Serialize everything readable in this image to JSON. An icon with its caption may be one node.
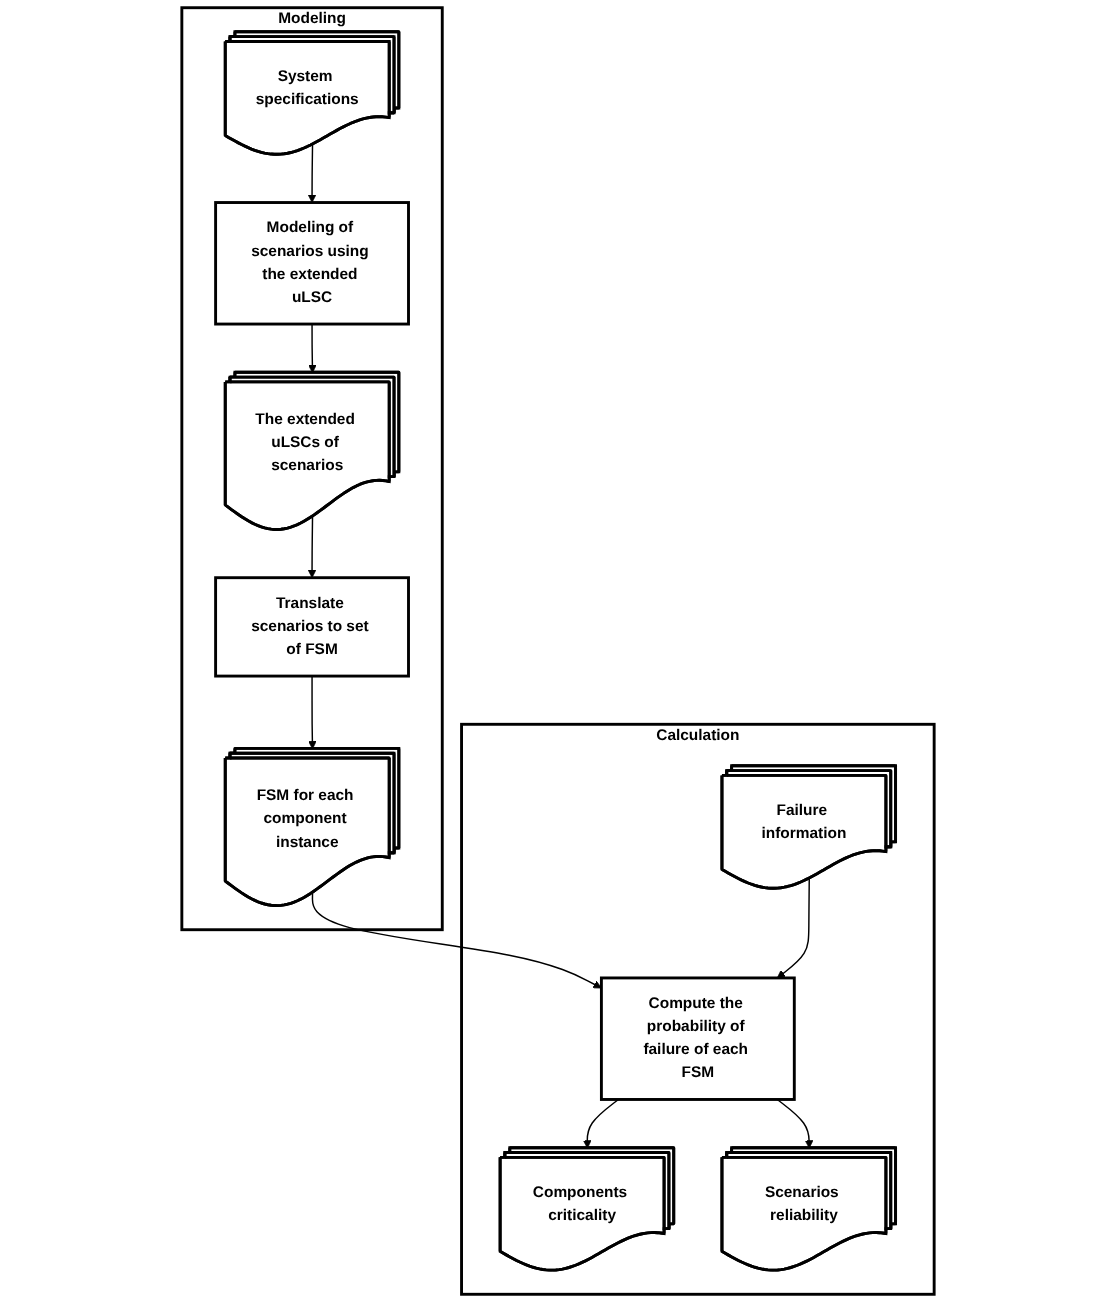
{
  "diagram": {
    "nodes": [
      {
        "text": [
          "Modeling"
        ]
      },
      {
        "text": [
          "System specifications"
        ],
        "in": 0
      },
      {
        "text": [
          "Modeling of scenarios using the extended uLSC"
        ],
        "in": 0
      },
      {
        "text": [
          "The extended uLSCs of scenarios"
        ],
        "in": 0
      },
      {
        "text": [
          "Translate scenarios to set of FSM"
        ],
        "in": 0
      },
      {
        "text": [
          "FSM for each component instance"
        ],
        "in": 0
      },
      {
        "text": [
          "Calculation"
        ]
      },
      {
        "text": [
          "Compute the probability of failure of each FSM"
        ],
        "in": 6
      },
      {
        "text": [
          "Failure information"
        ],
        "in": 6
      },
      {
        "text": [
          "Components criticality"
        ],
        "in": 6
      },
      {
        "text": [
          "Scenarios reliability"
        ],
        "in": 6
      }
    ],
    "edges": [
      {
        "from": 1,
        "to": 2,
        "arrow": "to"
      },
      {
        "from": 2,
        "to": 3,
        "arrow": "to"
      },
      {
        "from": 3,
        "to": 4,
        "arrow": "to"
      },
      {
        "from": 4,
        "to": 5,
        "arrow": "to"
      },
      {
        "from": 5,
        "to": 7,
        "arrow": "to"
      },
      {
        "from": 8,
        "to": 7,
        "arrow": "to"
      },
      {
        "from": 7,
        "to": 9,
        "arrow": "to"
      },
      {
        "from": 7,
        "to": 10,
        "arrow": "to"
      }
    ]
  }
}
